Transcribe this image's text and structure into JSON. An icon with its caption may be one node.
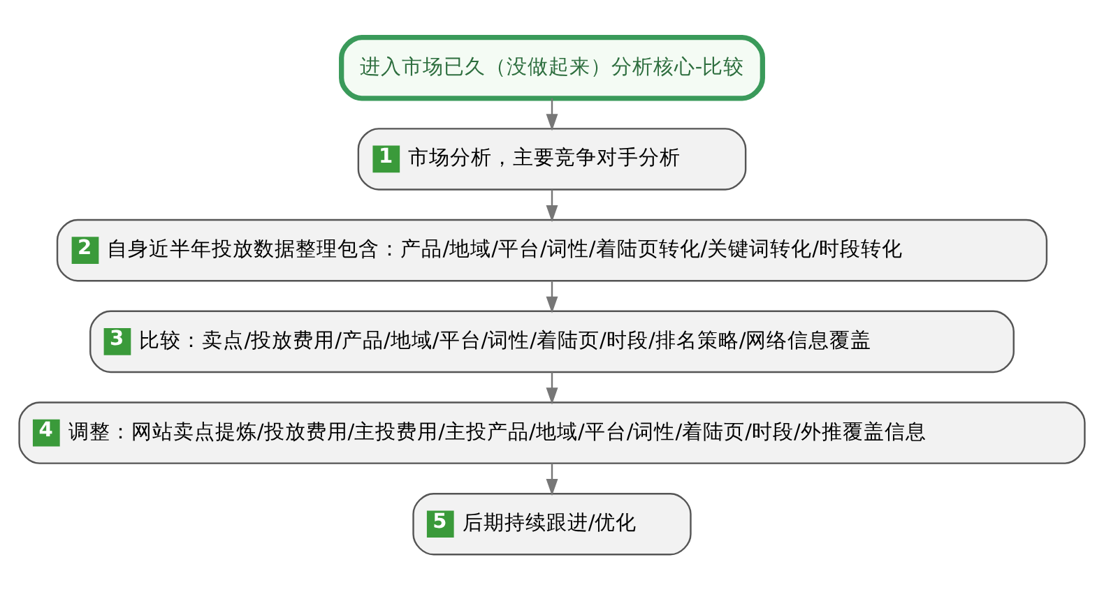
{
  "diagram": {
    "nodes": [
      {
        "text": [
          "进入市场已久（没做起来）分析核心-比较"
        ]
      },
      {
        "text": [
          "1",
          "市场分析，主要竞争对手分析"
        ]
      },
      {
        "text": [
          "2",
          "自身近半年投放数据整理包含：产品/地域/平台/词性/着陆页转化/关键词转化/时段转化"
        ]
      },
      {
        "text": [
          "3",
          "比较：卖点/投放费用/产品/地域/平台/词性/着陆页/时段/排名策略/网络信息覆盖"
        ]
      },
      {
        "text": [
          "4",
          "调整：网站卖点提炼/投放费用/主投费用/主投产品/地域/平台/词性/着陆页/时段/外推覆盖信息"
        ]
      },
      {
        "text": [
          "5",
          "后期持续跟进/优化"
        ]
      }
    ],
    "edges": [
      {
        "from": 0,
        "to": 1,
        "arrow": "to"
      },
      {
        "from": 1,
        "to": 2,
        "arrow": "to"
      },
      {
        "from": 2,
        "to": 3,
        "arrow": "to"
      },
      {
        "from": 3,
        "to": 4,
        "arrow": "to"
      },
      {
        "from": 4,
        "to": 5,
        "arrow": "to"
      }
    ]
  }
}
